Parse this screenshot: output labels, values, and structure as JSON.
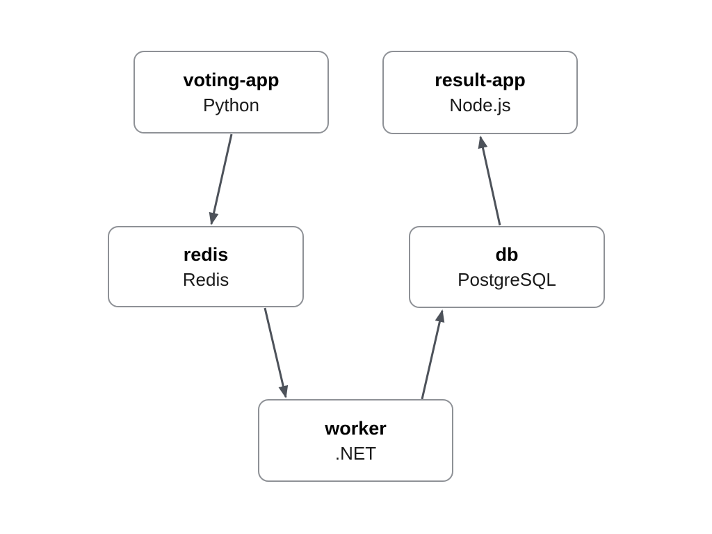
{
  "diagram": {
    "nodes": [
      {
        "id": "voting-app",
        "label": "voting-app",
        "sublabel": "Python"
      },
      {
        "id": "result-app",
        "label": "result-app",
        "sublabel": "Node.js"
      },
      {
        "id": "redis",
        "label": "redis",
        "sublabel": "Redis"
      },
      {
        "id": "db",
        "label": "db",
        "sublabel": "PostgreSQL"
      },
      {
        "id": "worker",
        "label": "worker",
        "sublabel": ".NET"
      }
    ],
    "edges": [
      {
        "from": "voting-app",
        "to": "redis"
      },
      {
        "from": "redis",
        "to": "worker"
      },
      {
        "from": "worker",
        "to": "db"
      },
      {
        "from": "db",
        "to": "result-app"
      }
    ],
    "colors": {
      "background": "#ffffff",
      "node_border": "#8e9196",
      "node_fill": "#ffffff",
      "arrow": "#4d525a",
      "title_text": "#000000"
    }
  }
}
